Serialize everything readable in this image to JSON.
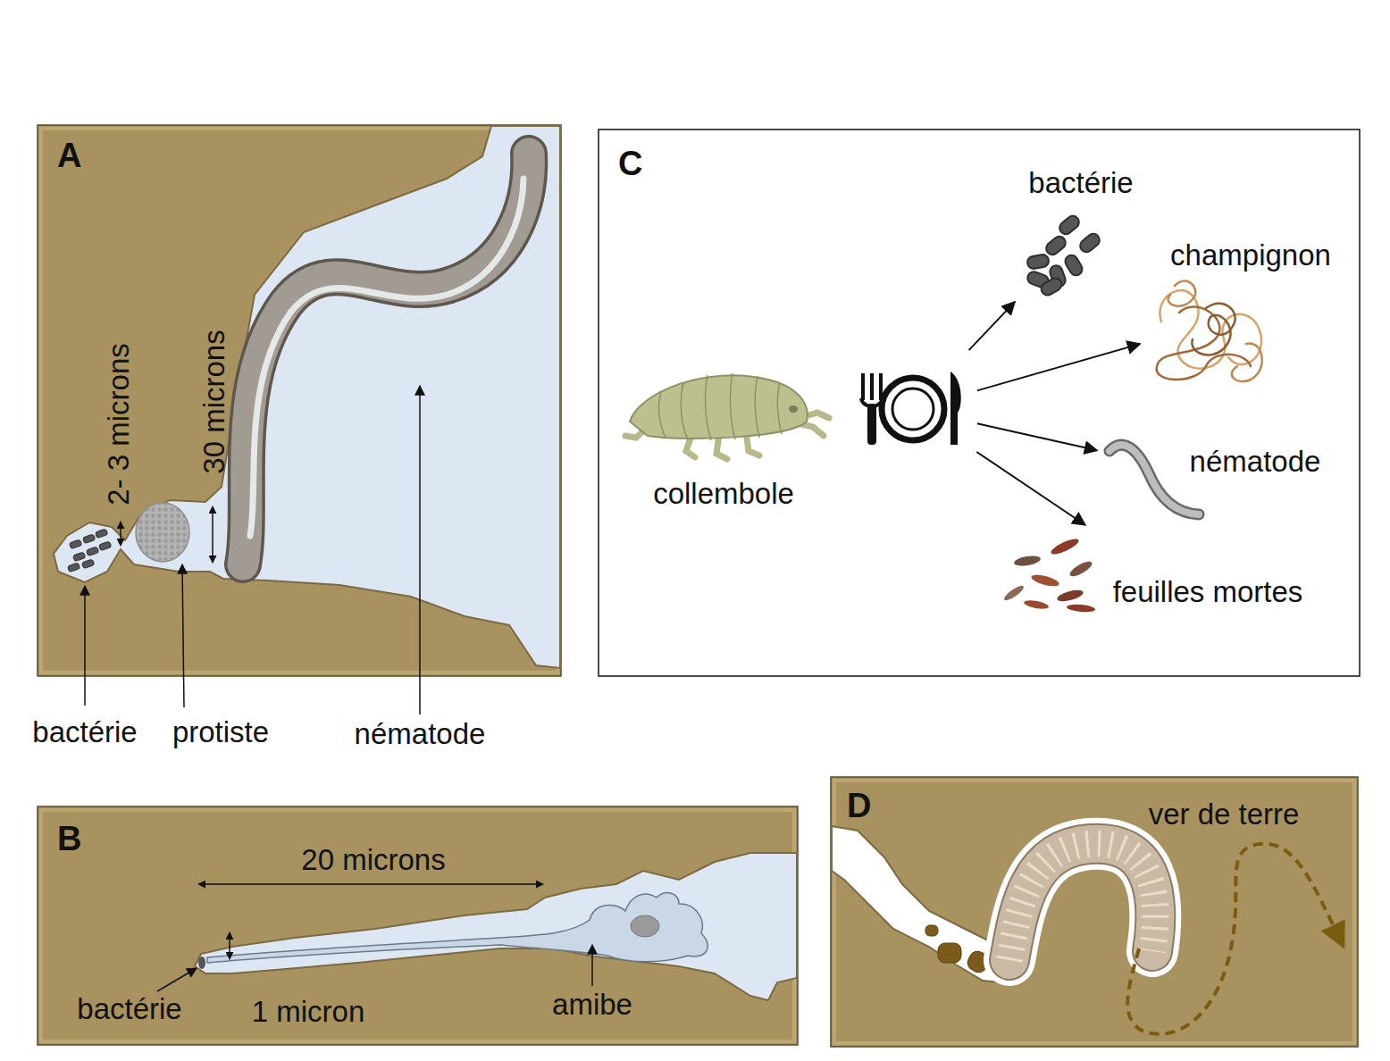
{
  "diagram": {
    "nodes": [
      {
        "text": [
          "A"
        ]
      },
      {
        "text": [
          "C"
        ]
      },
      {
        "text": [
          "collembole"
        ],
        "in": 1
      },
      {
        "text": [
          "bactérie"
        ],
        "in": 1
      },
      {
        "text": [
          "champignon"
        ],
        "in": 1
      },
      {
        "text": [
          "nématode"
        ],
        "in": 1
      },
      {
        "text": [
          "feuilles mortes"
        ],
        "in": 1
      },
      {
        "text": [
          "B"
        ]
      },
      {
        "text": [
          "D"
        ]
      }
    ],
    "edges": [
      {
        "from": 2,
        "to": 3,
        "arrow": "to"
      },
      {
        "from": 2,
        "to": 4,
        "arrow": "to"
      },
      {
        "from": 2,
        "to": 5,
        "arrow": "to"
      },
      {
        "from": 2,
        "to": 6,
        "arrow": "to"
      }
    ],
    "labels": [
      "2- 3 microns",
      "30 microns",
      "bactérie",
      "protiste",
      "nématode",
      "20 microns",
      "1 micron",
      "bactérie",
      "amibe",
      "ver de terre"
    ]
  }
}
